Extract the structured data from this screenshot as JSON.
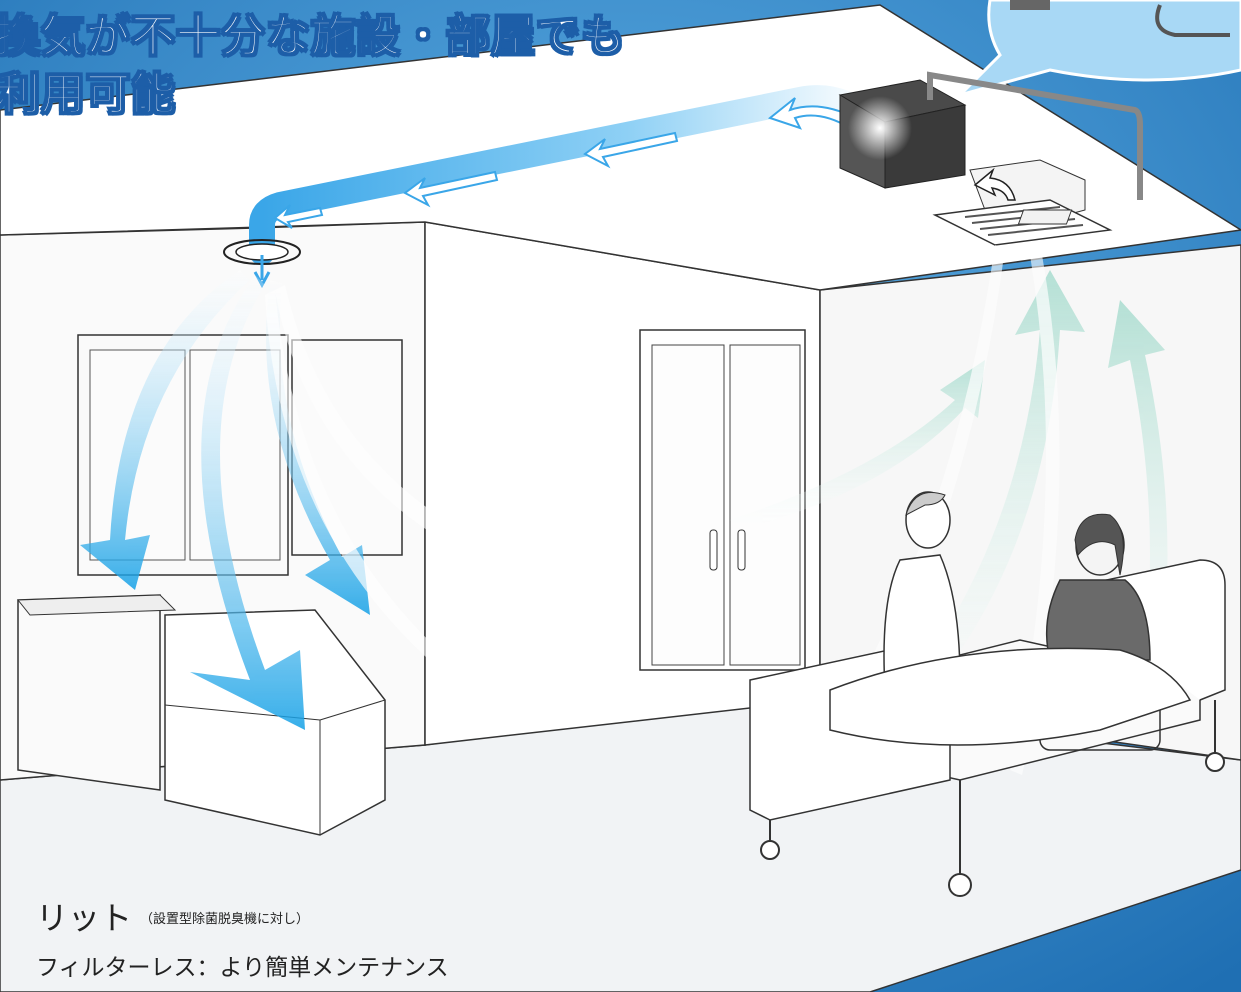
{
  "headline": {
    "line1": "換気が不十分な施設・部屋でも",
    "line2": "利用可能"
  },
  "merit": {
    "title": "リット",
    "note": "（設置型除菌脱臭機に対し）",
    "item": "フィルターレス：より簡単メンテナンス"
  },
  "colors": {
    "background": "#2a7fc3",
    "airflow_down": "#1aa3e8",
    "airflow_up": "#9fd3c8",
    "headline_outline": "#1d5ea8"
  },
  "icons": [
    "ceiling-unit-icon",
    "ceiling-grille-icon",
    "duct-icon",
    "airflow-arrow-icon",
    "person-icon",
    "bed-icon",
    "door-icon"
  ]
}
